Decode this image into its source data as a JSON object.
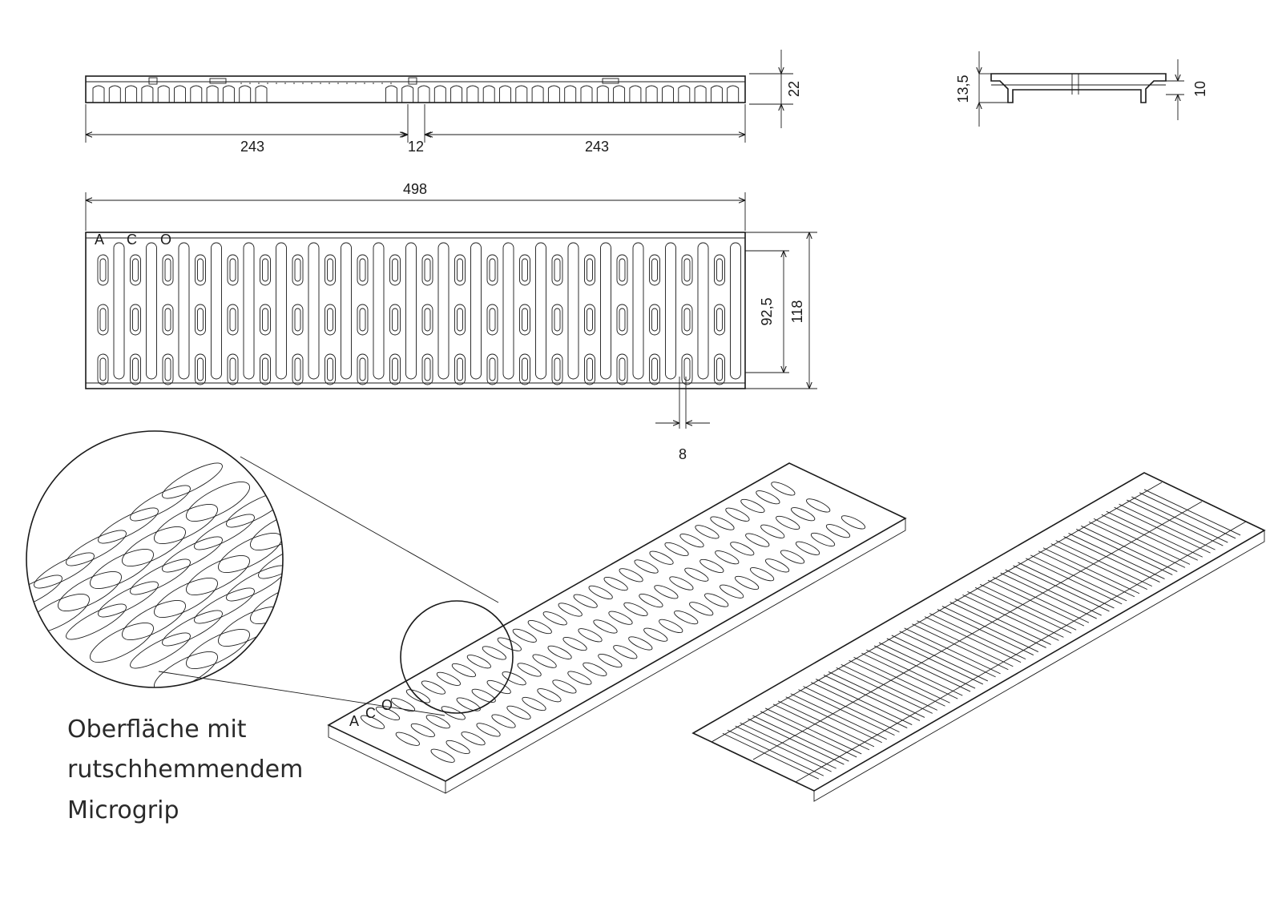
{
  "dimensions": {
    "side_left": "243",
    "side_gap": "12",
    "side_right": "243",
    "side_height": "22",
    "total_length": "498",
    "slot_spacing": "8",
    "inner_width": "92,5",
    "outer_width": "118",
    "end_height_left": "13,5",
    "end_height_right": "10"
  },
  "logo": {
    "letters": [
      "A",
      "C",
      "O"
    ]
  },
  "caption": {
    "line1": "Oberfläche mit",
    "line2": "rutschhemmendem",
    "line3": "Microgrip"
  }
}
